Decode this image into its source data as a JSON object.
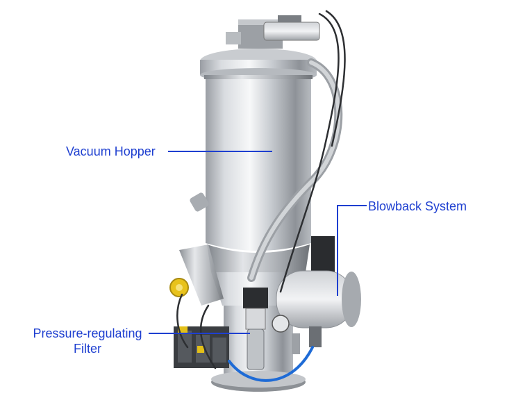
{
  "labels": {
    "vacuum_hopper": "Vacuum Hopper",
    "blowback_system": "Blowback System",
    "filter_line1": "Pressure-regulating",
    "filter_line2": "Filter"
  },
  "colors": {
    "label_text": "#1e3fd0",
    "leader_line": "#1e3fd0",
    "steel_light": "#f4f5f7",
    "steel_dark": "#8e9298"
  }
}
